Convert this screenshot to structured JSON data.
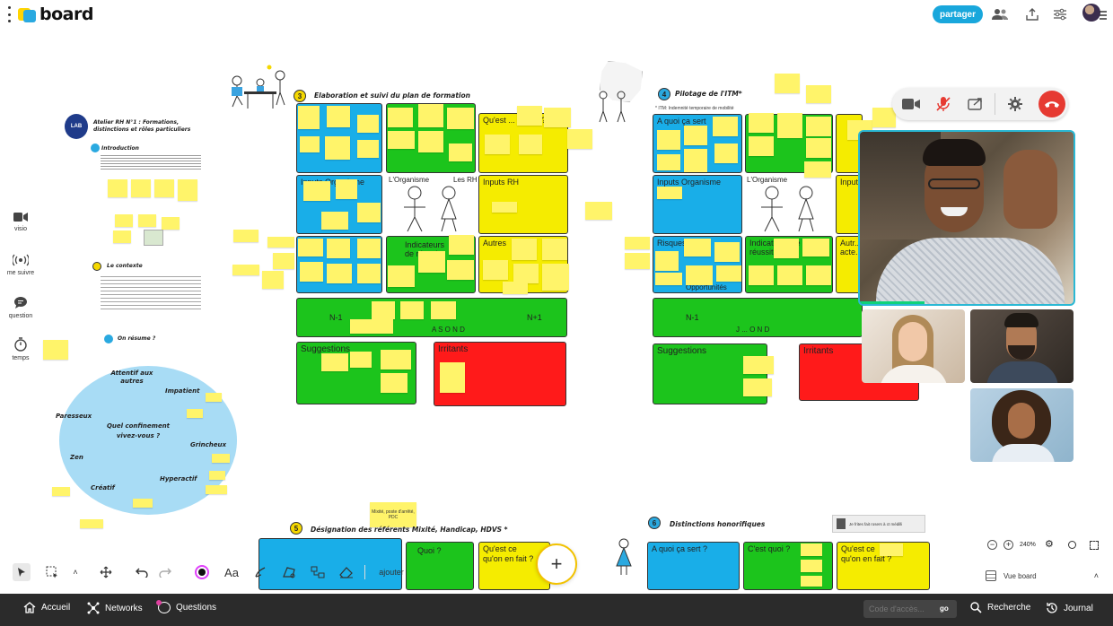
{
  "app": {
    "title": "board"
  },
  "header": {
    "share_label": "partager"
  },
  "rail": [
    {
      "label": "visio",
      "icon": "video-camera-icon"
    },
    {
      "label": "me suivre",
      "icon": "broadcast-icon"
    },
    {
      "label": "question",
      "icon": "chat-bubble-icon"
    },
    {
      "label": "temps",
      "icon": "timer-icon"
    }
  ],
  "canvas": {
    "left": {
      "atelier_title": "Atelier RH N°1 : Formations, distinctions et rôles particuliers",
      "intro": "Introduction",
      "contexte": "Le contexte",
      "on_resume": "On résume ?",
      "circle_question": "Quel confinement vivez-vous ?",
      "moods": [
        "Attentif aux autres",
        "Impatient",
        "Paresseux",
        "Grincheux",
        "Zen",
        "Hyperactif",
        "Créatif"
      ]
    },
    "section3": {
      "number": "3",
      "title": "Elaboration et suivi du plan de formation",
      "quest": "Qu'est ... en fait ?",
      "inputs_org": "Inputs Organisme",
      "org": "L'Organisme",
      "rh_person": "Les RH",
      "inputs_rh": "Inputs RH",
      "indicateurs": "Indicateurs de réussite",
      "autres": "Autres",
      "n_minus": "N-1",
      "months": "A S O N D",
      "n_plus": "N+1",
      "suggestions": "Suggestions",
      "irritants": "Irritants"
    },
    "section4": {
      "number": "4",
      "title": "Pilotage de l'ITM*",
      "subtitle": "* ITM: Indemnité temporaire de mobilité",
      "a_quoi": "A quoi ça sert",
      "inputs_org": "Inputs Organisme",
      "org": "L'Organisme",
      "inputs": "Input",
      "risques": "Risques",
      "opportunites": "Opportunités",
      "indicateurs": "Indicateurs de réussite",
      "autres": "Autr... acte...",
      "n_minus": "N-1",
      "months": "J ... O N D",
      "suggestions": "Suggestions",
      "irritants": "Irritants"
    },
    "section5": {
      "number": "5",
      "title": "Désignation des référents Mixité, Handicap, HDVS *",
      "quoi": "Quoi ?",
      "quest": "Qu'est ce qu'on en fait ?",
      "sticky": "Mixité, poste d'arrêté, PDC"
    },
    "section6": {
      "number": "6",
      "title": "Distinctions honorifiques",
      "a_quoi": "A quoi ça sert ?",
      "cest_quoi": "C'est quoi ?",
      "quest": "Qu'est ce qu'on en fait ?",
      "note": "Je frites fait rosers à ct médilli"
    }
  },
  "toolbar": {
    "add_label": "ajouter",
    "text_tool": "Aa"
  },
  "zoom": {
    "level": "240%"
  },
  "view_board": {
    "label": "Vue board"
  },
  "bottom_nav": {
    "home": "Accueil",
    "networks": "Networks",
    "questions": "Questions",
    "access_placeholder": "Code d'accès...",
    "go": "go",
    "search": "Recherche",
    "journal": "Journal"
  },
  "colors": {
    "accent": "#19a7dc",
    "yellow_box": "#f5ec00",
    "blue_box": "#19aee8",
    "green_box": "#1cc41c",
    "red_box": "#ff1a1a",
    "hangup": "#e63a32"
  }
}
